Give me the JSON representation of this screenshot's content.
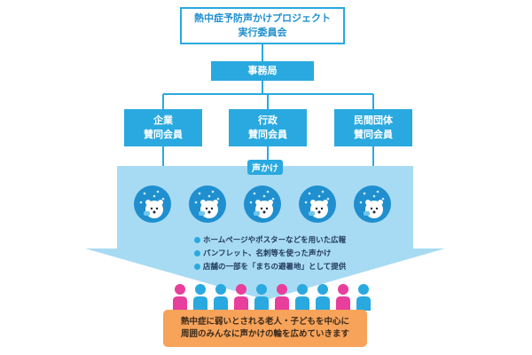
{
  "committee": {
    "line1": "熱中症予防声かけプロジェクト",
    "line2": "実行委員会"
  },
  "office": "事務局",
  "members": [
    {
      "line1": "企業",
      "line2": "賛同会員"
    },
    {
      "line1": "行政",
      "line2": "賛同会員"
    },
    {
      "line1": "民間団体",
      "line2": "賛同会員"
    }
  ],
  "voice_label": "声かけ",
  "activities": [
    "ホームページやポスターなどを用いた広報",
    "パンフレット、名刺等を使った声かけ",
    "店舗の一部を「まちの避暑地」として提供"
  ],
  "target": {
    "line1": "熱中症に弱いとされる老人・子どもを中心に",
    "line2": "周囲のみんなに声かけの輪を広めていきます"
  },
  "colors": {
    "accent": "#29a9df",
    "arrow": "#a7dbf3",
    "pink": "#e83e9c",
    "orange": "#f7a35a"
  },
  "people_colors": [
    "pink",
    "blue",
    "blue",
    "pink",
    "blue",
    "pink",
    "blue",
    "blue",
    "pink",
    "blue"
  ],
  "mascot_icons": [
    "polar-bear-icon",
    "polar-bear-icon",
    "polar-bear-icon",
    "polar-bear-icon",
    "polar-bear-icon"
  ]
}
